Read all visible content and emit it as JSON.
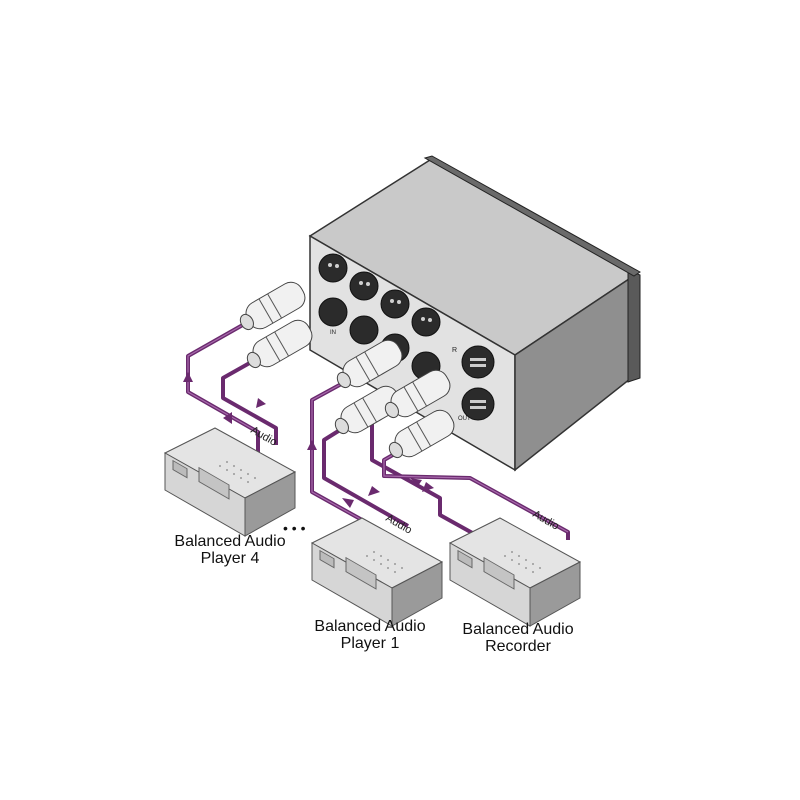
{
  "devices": {
    "player4": {
      "line1": "Balanced Audio",
      "line2": "Player 4",
      "icon": "audio-player-icon"
    },
    "player1": {
      "line1": "Balanced Audio",
      "line2": "Player 1",
      "icon": "audio-player-icon"
    },
    "recorder": {
      "line1": "Balanced Audio",
      "line2": "Recorder",
      "icon": "audio-recorder-icon"
    }
  },
  "cable_label": "Audio",
  "ellipsis": "• • •",
  "unit_labels": {
    "right_top": "R",
    "right_bottom": "OUT",
    "left_bottom": "IN"
  },
  "colors": {
    "cable": "#6a2a6e",
    "chassis_front": "#d9d9d9",
    "chassis_top": "#bdbdbd",
    "chassis_side": "#8c8c8c"
  }
}
